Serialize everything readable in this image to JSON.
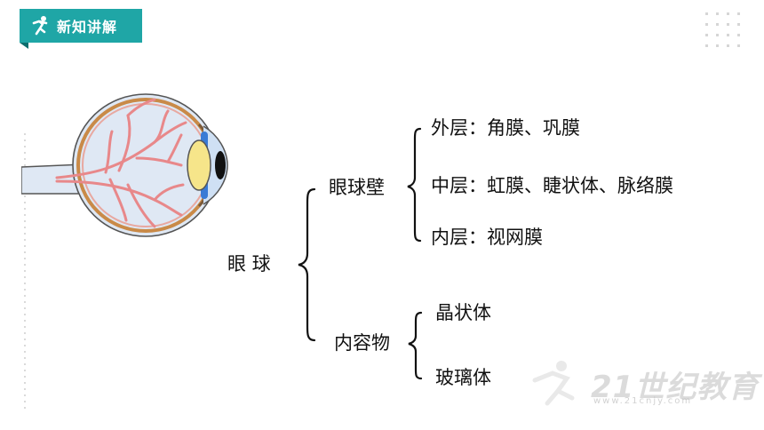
{
  "header": {
    "title": "新知讲解"
  },
  "tree": {
    "root": "眼 球",
    "wall": {
      "label": "眼球壁",
      "items": [
        "外层：角膜、巩膜",
        "中层：虹膜、睫状体、脉络膜",
        "内层：视网膜"
      ]
    },
    "contents": {
      "label": "内容物",
      "items": [
        "晶状体",
        "玻璃体"
      ]
    }
  },
  "watermark": {
    "text": "21世纪教育",
    "sub": "www.21cnjy.com"
  },
  "colors": {
    "accent": "#1fa6a6",
    "vessel": "#e8888a",
    "lens": "#f6e58a",
    "iris": "#3a7bd5",
    "sclera": "#c98a48"
  },
  "icons": [
    "runner-icon",
    "eye-illustration",
    "brace"
  ]
}
